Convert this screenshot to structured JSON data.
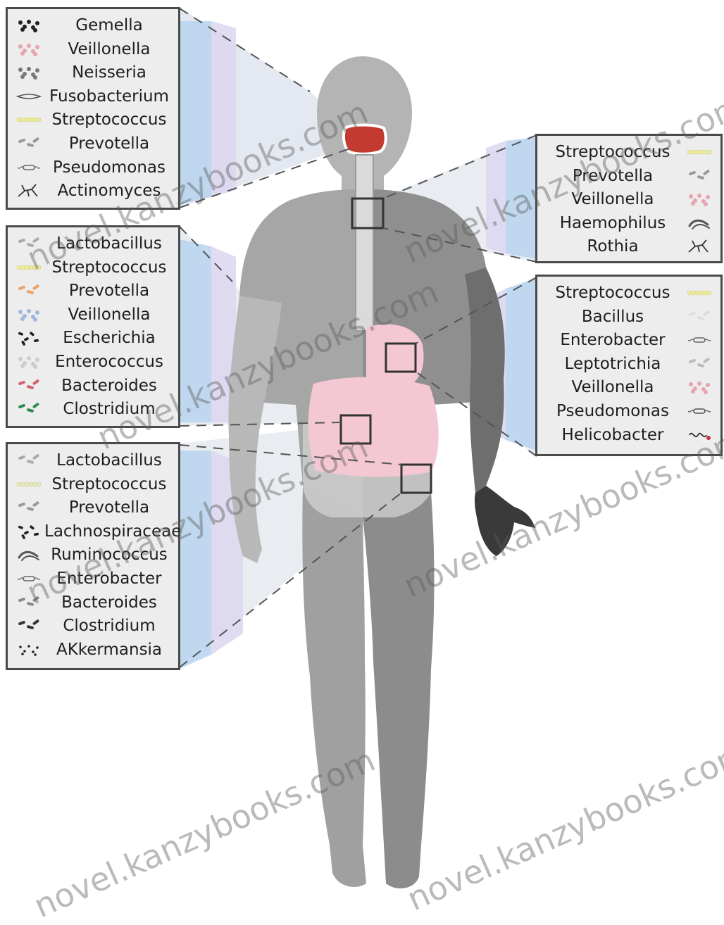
{
  "panels": {
    "oral": {
      "side": "left",
      "items": [
        {
          "label": "Gemella",
          "icon": "dark-cocci-cluster-icon",
          "color": "#222222"
        },
        {
          "label": "Veillonella",
          "icon": "pink-cocci-icon",
          "color": "#e8a3b0"
        },
        {
          "label": "Neisseria",
          "icon": "diplococci-icon",
          "color": "#777777"
        },
        {
          "label": "Fusobacterium",
          "icon": "spindle-rod-icon",
          "color": "#555555"
        },
        {
          "label": "Streptococcus",
          "icon": "yellow-chain-icon",
          "color": "#ecec9c"
        },
        {
          "label": "Prevotella",
          "icon": "short-rod-icon",
          "color": "#999999"
        },
        {
          "label": "Pseudomonas",
          "icon": "flagellated-rod-icon",
          "color": "#666666"
        },
        {
          "label": "Actinomyces",
          "icon": "branched-filament-icon",
          "color": "#333333"
        }
      ]
    },
    "stomach": {
      "side": "left",
      "items": [
        {
          "label": "Lactobacillus",
          "icon": "long-rod-icon",
          "color": "#aaaaaa"
        },
        {
          "label": "Streptococcus",
          "icon": "yellow-chain-icon",
          "color": "#ecec9c"
        },
        {
          "label": "Prevotella",
          "icon": "orange-rod-icon",
          "color": "#f0a060"
        },
        {
          "label": "Veillonella",
          "icon": "blue-cocci-icon",
          "color": "#9fb8dc"
        },
        {
          "label": "Escherichia",
          "icon": "black-rod-cluster-icon",
          "color": "#1e1e1e"
        },
        {
          "label": "Enterococcus",
          "icon": "pale-cocci-icon",
          "color": "#cccccc"
        },
        {
          "label": "Bacteroides",
          "icon": "pink-rod-icon",
          "color": "#d06070"
        },
        {
          "label": "Clostridium",
          "icon": "green-rod-icon",
          "color": "#2f8a52"
        }
      ]
    },
    "colon": {
      "side": "left",
      "items": [
        {
          "label": "Lactobacillus",
          "icon": "long-rod-icon",
          "color": "#aaaaaa"
        },
        {
          "label": "Streptococcus",
          "icon": "pale-chain-icon",
          "color": "#e6e6c8"
        },
        {
          "label": "Prevotella",
          "icon": "short-rod-icon",
          "color": "#999999"
        },
        {
          "label": "Lachnospiraceae",
          "icon": "dark-rod-cluster-icon",
          "color": "#222222"
        },
        {
          "label": "Ruminococcus",
          "icon": "curved-rod-icon",
          "color": "#555555"
        },
        {
          "label": "Enterobacter",
          "icon": "flagellated-rod-icon",
          "color": "#666666"
        },
        {
          "label": "Bacteroides",
          "icon": "short-rod-icon",
          "color": "#888888"
        },
        {
          "label": "Clostridium",
          "icon": "dark-rod-icon",
          "color": "#333333"
        },
        {
          "label": "AKkermansia",
          "icon": "dots-icon",
          "color": "#222222"
        }
      ]
    },
    "esophagus": {
      "side": "right",
      "items": [
        {
          "label": "Streptococcus",
          "icon": "yellow-chain-icon",
          "color": "#ecec9c"
        },
        {
          "label": "Prevotella",
          "icon": "short-rod-icon",
          "color": "#999999"
        },
        {
          "label": "Veillonella",
          "icon": "pink-cocci-icon",
          "color": "#e8a3b0"
        },
        {
          "label": "Haemophilus",
          "icon": "curved-rod-icon",
          "color": "#555555"
        },
        {
          "label": "Rothia",
          "icon": "branched-filament-icon",
          "color": "#333333"
        }
      ]
    },
    "gastric": {
      "side": "right",
      "items": [
        {
          "label": "Streptococcus",
          "icon": "yellow-chain-icon",
          "color": "#ecec9c"
        },
        {
          "label": "Bacillus",
          "icon": "pale-rod-icon",
          "color": "#dddddd"
        },
        {
          "label": "Enterobacter",
          "icon": "flagellated-rod-icon",
          "color": "#666666"
        },
        {
          "label": "Leptotrichia",
          "icon": "pale-rod-icon",
          "color": "#bbbbbb"
        },
        {
          "label": "Veillonella",
          "icon": "pink-cocci-icon",
          "color": "#e8a3b0"
        },
        {
          "label": "Pseudomonas",
          "icon": "flagellated-rod-icon",
          "color": "#555555"
        },
        {
          "label": "Helicobacter",
          "icon": "spiral-rod-icon",
          "color": "#c0304a"
        }
      ]
    }
  },
  "watermarks": [
    "novel.kanzybooks.com",
    "novel.kanzybooks.com",
    "novel.kanzybooks.com",
    "novel.kanzybooks.com",
    "novel.kanzybooks.com",
    "novel.kanzybooks.com",
    "novel.kanzybooks.com"
  ],
  "colors": {
    "body_light": "#c6c6c6",
    "body_mid": "#a6a6a6",
    "body_dark": "#8a8a8a",
    "arm_dark": "#5e5e5e",
    "hand_dark": "#3a3a3a",
    "organ_pink": "#f4c8d2",
    "mouth_red": "#c23a30",
    "band_blue": "#b7d3ef",
    "band_lavender": "#dcd6f0",
    "box_fill": "#ededed"
  }
}
